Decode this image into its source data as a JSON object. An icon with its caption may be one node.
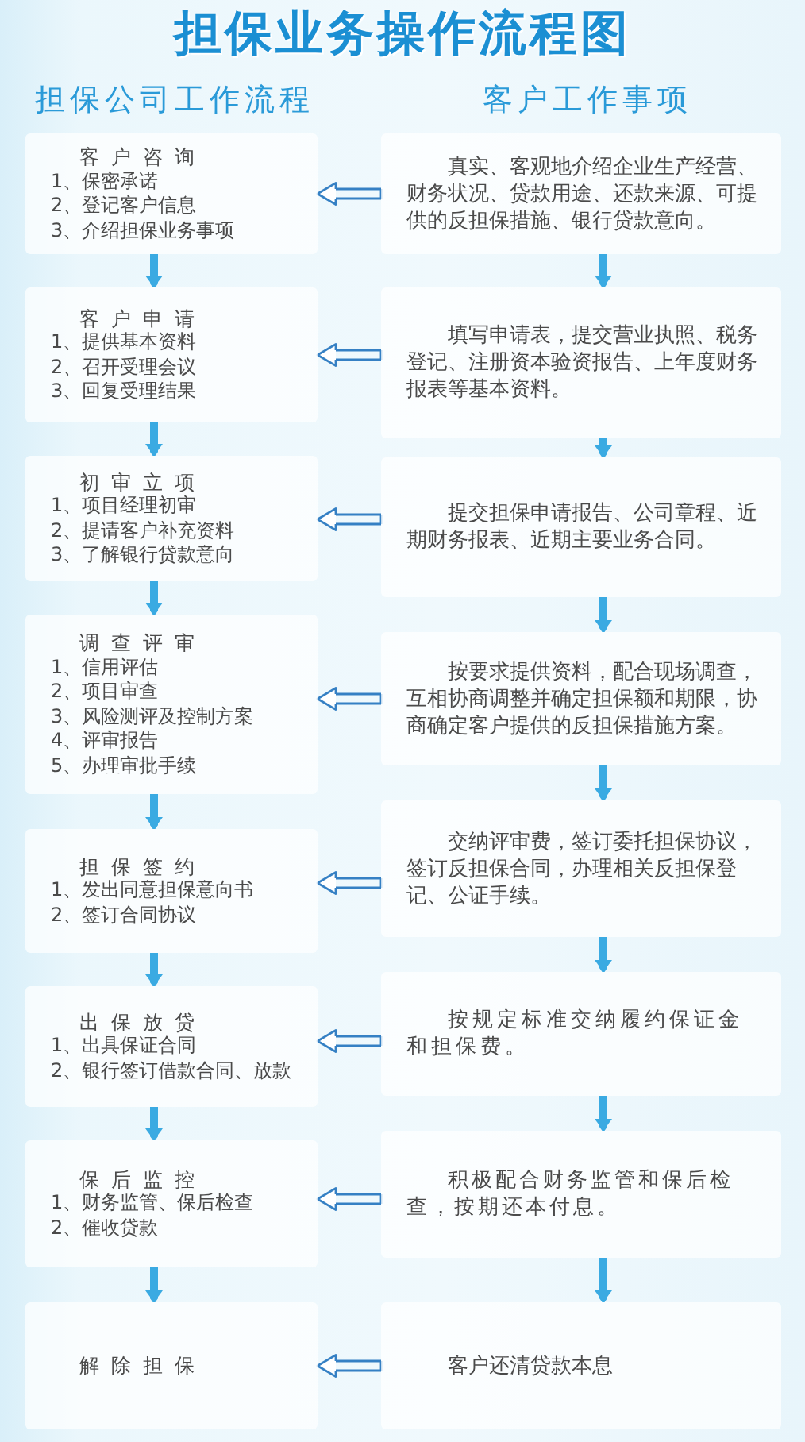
{
  "diagram": {
    "title": "担保业务操作流程图",
    "nodes": [
      {
        "text": [
          "客户咨询",
          "1、保密承诺",
          "2、登记客户信息",
          "3、介绍担保业务事项"
        ]
      },
      {
        "text": [
          "真实、客观地介绍企业生产经营、财务状况、贷款用途、还款来源、可提供的反担保措施、银行贷款意向。"
        ]
      },
      {
        "text": [
          "客户申请",
          "1、提供基本资料",
          "2、召开受理会议",
          "3、回复受理结果"
        ]
      },
      {
        "text": [
          "填写申请表，提交营业执照、税务登记、注册资本验资报告、上年度财务报表等基本资料。"
        ]
      },
      {
        "text": [
          "初审立项",
          "1、项目经理初审",
          "2、提请客户补充资料",
          "3、了解银行贷款意向"
        ]
      },
      {
        "text": [
          "提交担保申请报告、公司章程、近期财务报表、近期主要业务合同。"
        ]
      },
      {
        "text": [
          "调查评审",
          "1、信用评估",
          "2、项目审查",
          "3、风险测评及控制方案",
          "4、评审报告",
          "5、办理审批手续"
        ]
      },
      {
        "text": [
          "按要求提供资料，配合现场调查，互相协商调整并确定担保额和期限，协商确定客户提供的反担保措施方案。"
        ]
      },
      {
        "text": [
          "担保签约",
          "1、发出同意担保意向书",
          "2、签订合同协议"
        ]
      },
      {
        "text": [
          "交纳评审费，签订委托担保协议，签订反担保合同，办理相关反担保登记、公证手续。"
        ]
      },
      {
        "text": [
          "出保放贷",
          "1、出具保证合同",
          "2、银行签订借款合同、放款"
        ]
      },
      {
        "text": [
          "按规定标准交纳履约保证金和担保费。"
        ]
      },
      {
        "text": [
          "保后监控",
          "1、财务监管、保后检查",
          "2、催收贷款"
        ]
      },
      {
        "text": [
          "积极配合财务监管和保后检查，按期还本付息。"
        ]
      },
      {
        "text": [
          "解除担保"
        ]
      },
      {
        "text": [
          "客户还清贷款本息"
        ]
      }
    ],
    "edges": [
      {
        "from": 1,
        "to": 0,
        "arrow": "to",
        "color": "#3580c4"
      },
      {
        "from": 0,
        "to": 2,
        "arrow": "to"
      },
      {
        "from": 1,
        "to": 3,
        "arrow": "to"
      },
      {
        "from": 3,
        "to": 2,
        "arrow": "to",
        "color": "#3580c4"
      },
      {
        "from": 2,
        "to": 4,
        "arrow": "to"
      },
      {
        "from": 3,
        "to": 5,
        "arrow": "to"
      },
      {
        "from": 5,
        "to": 4,
        "arrow": "to",
        "color": "#3580c4"
      },
      {
        "from": 4,
        "to": 6,
        "arrow": "to"
      },
      {
        "from": 5,
        "to": 7,
        "arrow": "to"
      },
      {
        "from": 7,
        "to": 6,
        "arrow": "to",
        "color": "#3580c4"
      },
      {
        "from": 6,
        "to": 8,
        "arrow": "to"
      },
      {
        "from": 7,
        "to": 9,
        "arrow": "to"
      },
      {
        "from": 9,
        "to": 8,
        "arrow": "to",
        "color": "#3580c4"
      },
      {
        "from": 8,
        "to": 10,
        "arrow": "to"
      },
      {
        "from": 9,
        "to": 11,
        "arrow": "to"
      },
      {
        "from": 11,
        "to": 10,
        "arrow": "to",
        "color": "#3580c4"
      },
      {
        "from": 10,
        "to": 12,
        "arrow": "to"
      },
      {
        "from": 11,
        "to": 13,
        "arrow": "to"
      },
      {
        "from": 13,
        "to": 12,
        "arrow": "to",
        "color": "#3580c4"
      },
      {
        "from": 12,
        "to": 14,
        "arrow": "to"
      },
      {
        "from": 13,
        "to": 15,
        "arrow": "to"
      },
      {
        "from": 15,
        "to": 14,
        "arrow": "to",
        "color": "#3580c4"
      }
    ],
    "labels": [
      "担保公司工作流程",
      "客户工作事项"
    ]
  }
}
